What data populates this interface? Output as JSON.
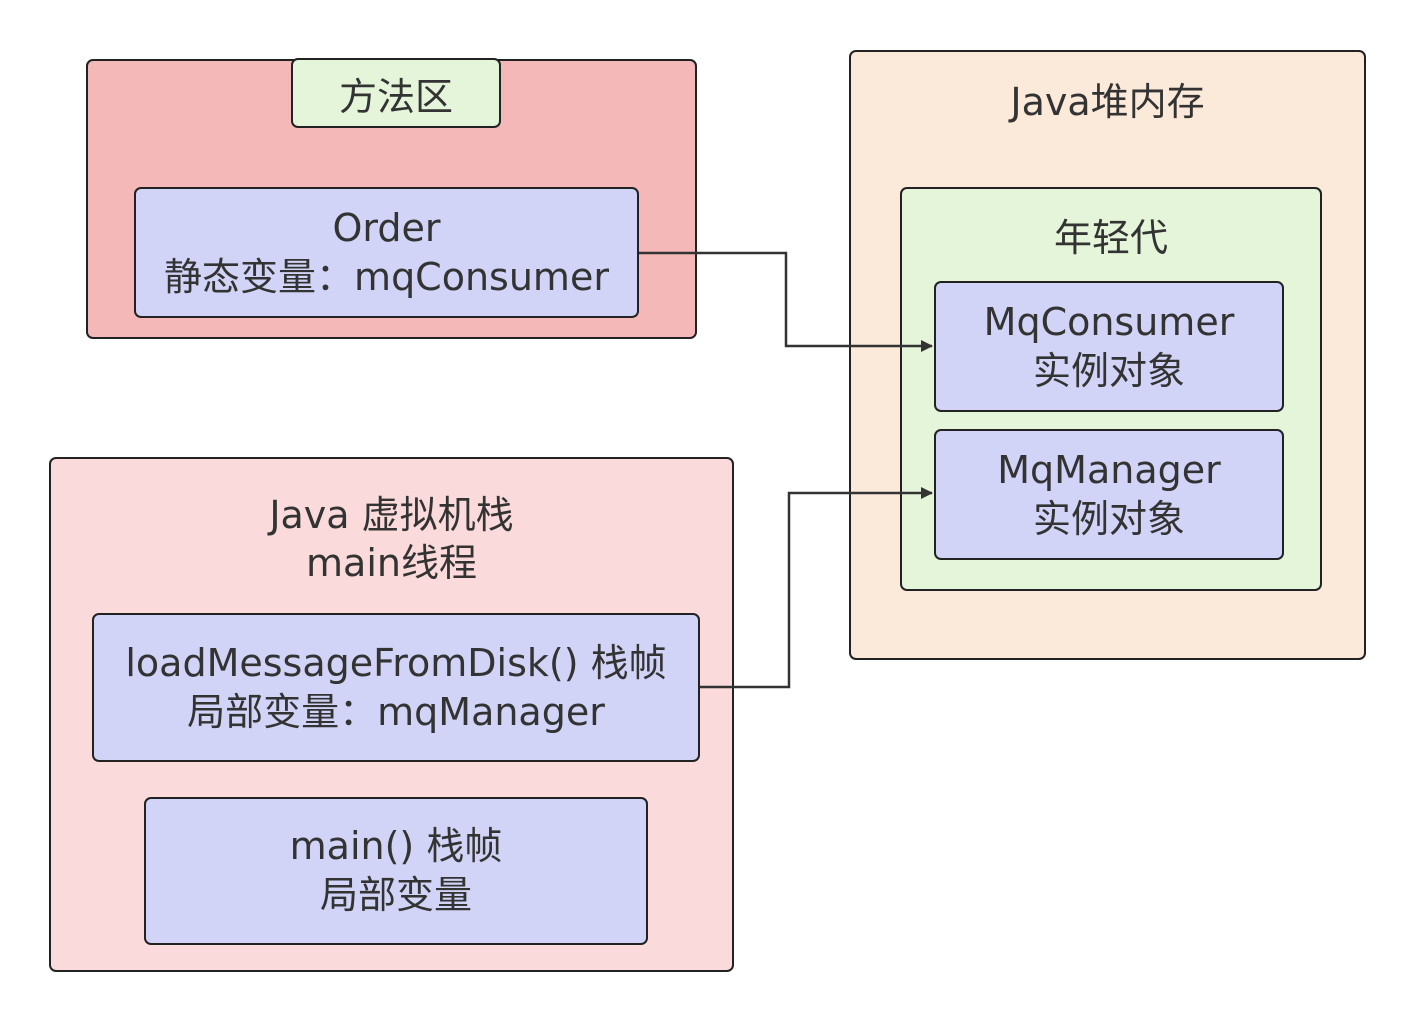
{
  "method_area": {
    "title": "方法区",
    "order": {
      "line1": "Order",
      "line2": "静态变量：mqConsumer"
    }
  },
  "heap": {
    "title": "Java堆内存",
    "young_gen": {
      "title": "年轻代",
      "consumer": {
        "line1": "MqConsumer",
        "line2": "实例对象"
      },
      "manager": {
        "line1": "MqManager",
        "line2": "实例对象"
      }
    }
  },
  "stack": {
    "title_line1": "Java 虚拟机栈",
    "title_line2": "main线程",
    "load_frame": {
      "line1": "loadMessageFromDisk() 栈帧",
      "line2": "局部变量：mqManager"
    },
    "main_frame": {
      "line1": "main() 栈帧",
      "line2": "局部变量"
    }
  },
  "colors": {
    "method_area_bg": "#f4b8b8",
    "heap_bg": "#fbe9d9",
    "young_gen_bg": "#e4f5da",
    "stack_bg": "#fadada",
    "node_bg": "#d2d4f7",
    "stroke": "#222222"
  }
}
